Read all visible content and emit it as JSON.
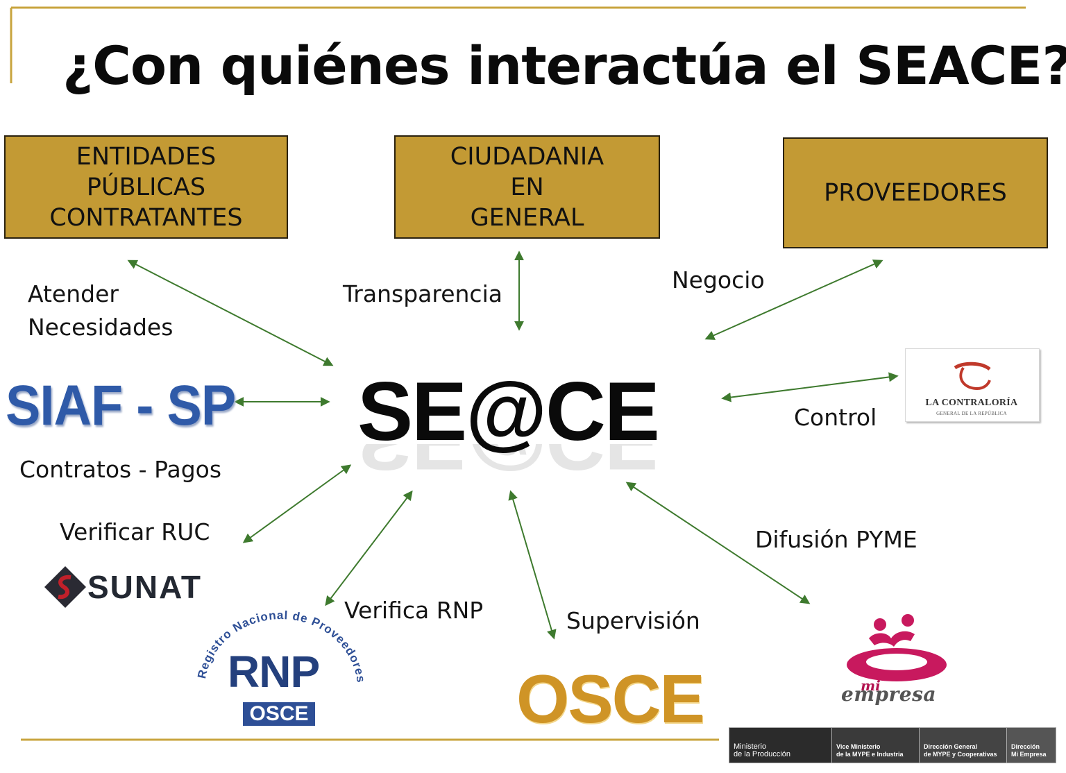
{
  "title": "¿Con quiénes interactúa el SEACE?",
  "colors": {
    "box_fill": "#c39a34",
    "arrow": "#3e7a2e",
    "frame_line": "#c8a43e"
  },
  "boxes": {
    "entidades": [
      "ENTIDADES",
      "PÚBLICAS",
      "CONTRATANTES"
    ],
    "ciudadania": [
      "CIUDADANIA",
      "EN",
      "GENERAL"
    ],
    "proveedores": [
      "PROVEEDORES"
    ]
  },
  "center": "SE@CE",
  "labels": {
    "atender": [
      "Atender",
      "Necesidades"
    ],
    "transparencia": "Transparencia",
    "negocio": "Negocio",
    "contratos": "Contratos - Pagos",
    "control": "Control",
    "verificar_ruc": "Verificar RUC",
    "verifica_rnp": "Verifica RNP",
    "supervision": "Supervisión",
    "difusion": "Difusión PYME"
  },
  "logos": {
    "siaf": "SIAF - SP",
    "sunat": "SUNAT",
    "rnp_arc": "Registro Nacional de Proveedores",
    "rnp": "RNP",
    "rnp_osce": "OSCE",
    "osce": "OSCE",
    "contraloria": "LA CONTRALORÍA",
    "contraloria_sub": "GENERAL DE LA REPÚBLICA",
    "mi": "mi",
    "empresa": "empresa"
  },
  "ministry_bar": [
    "Ministerio\nde la Producción",
    "Vice Ministerio\nde la MYPE e Industria",
    "Dirección General\nde MYPE y Cooperativas",
    "Dirección\nMi Empresa"
  ]
}
